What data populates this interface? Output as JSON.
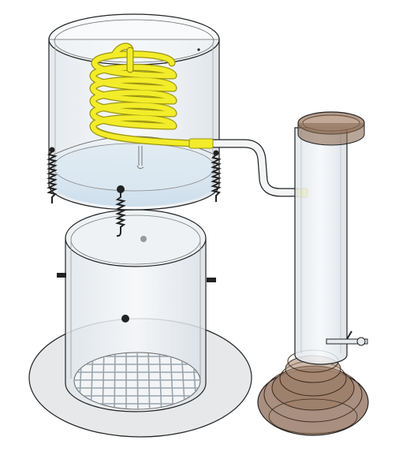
{
  "diagram": {
    "components": [
      "upper-funnel-cylinder",
      "yellow-heating-coil",
      "tension-springs",
      "lower-collector-cylinder",
      "grid-screen",
      "base-plate",
      "transfer-tube",
      "measuring-tube",
      "measuring-tube-base",
      "drain-valve"
    ],
    "colors": {
      "coil": "#f2ec2a",
      "coil_outline": "#9a9410",
      "glass": "#e9eef2",
      "glass_outline": "#222222",
      "funnel": "#cfe1ee",
      "base_plate": "#e6e8ea",
      "tube_bronze": "#7a5a45",
      "spring": "#222222",
      "background": "#ffffff"
    }
  }
}
